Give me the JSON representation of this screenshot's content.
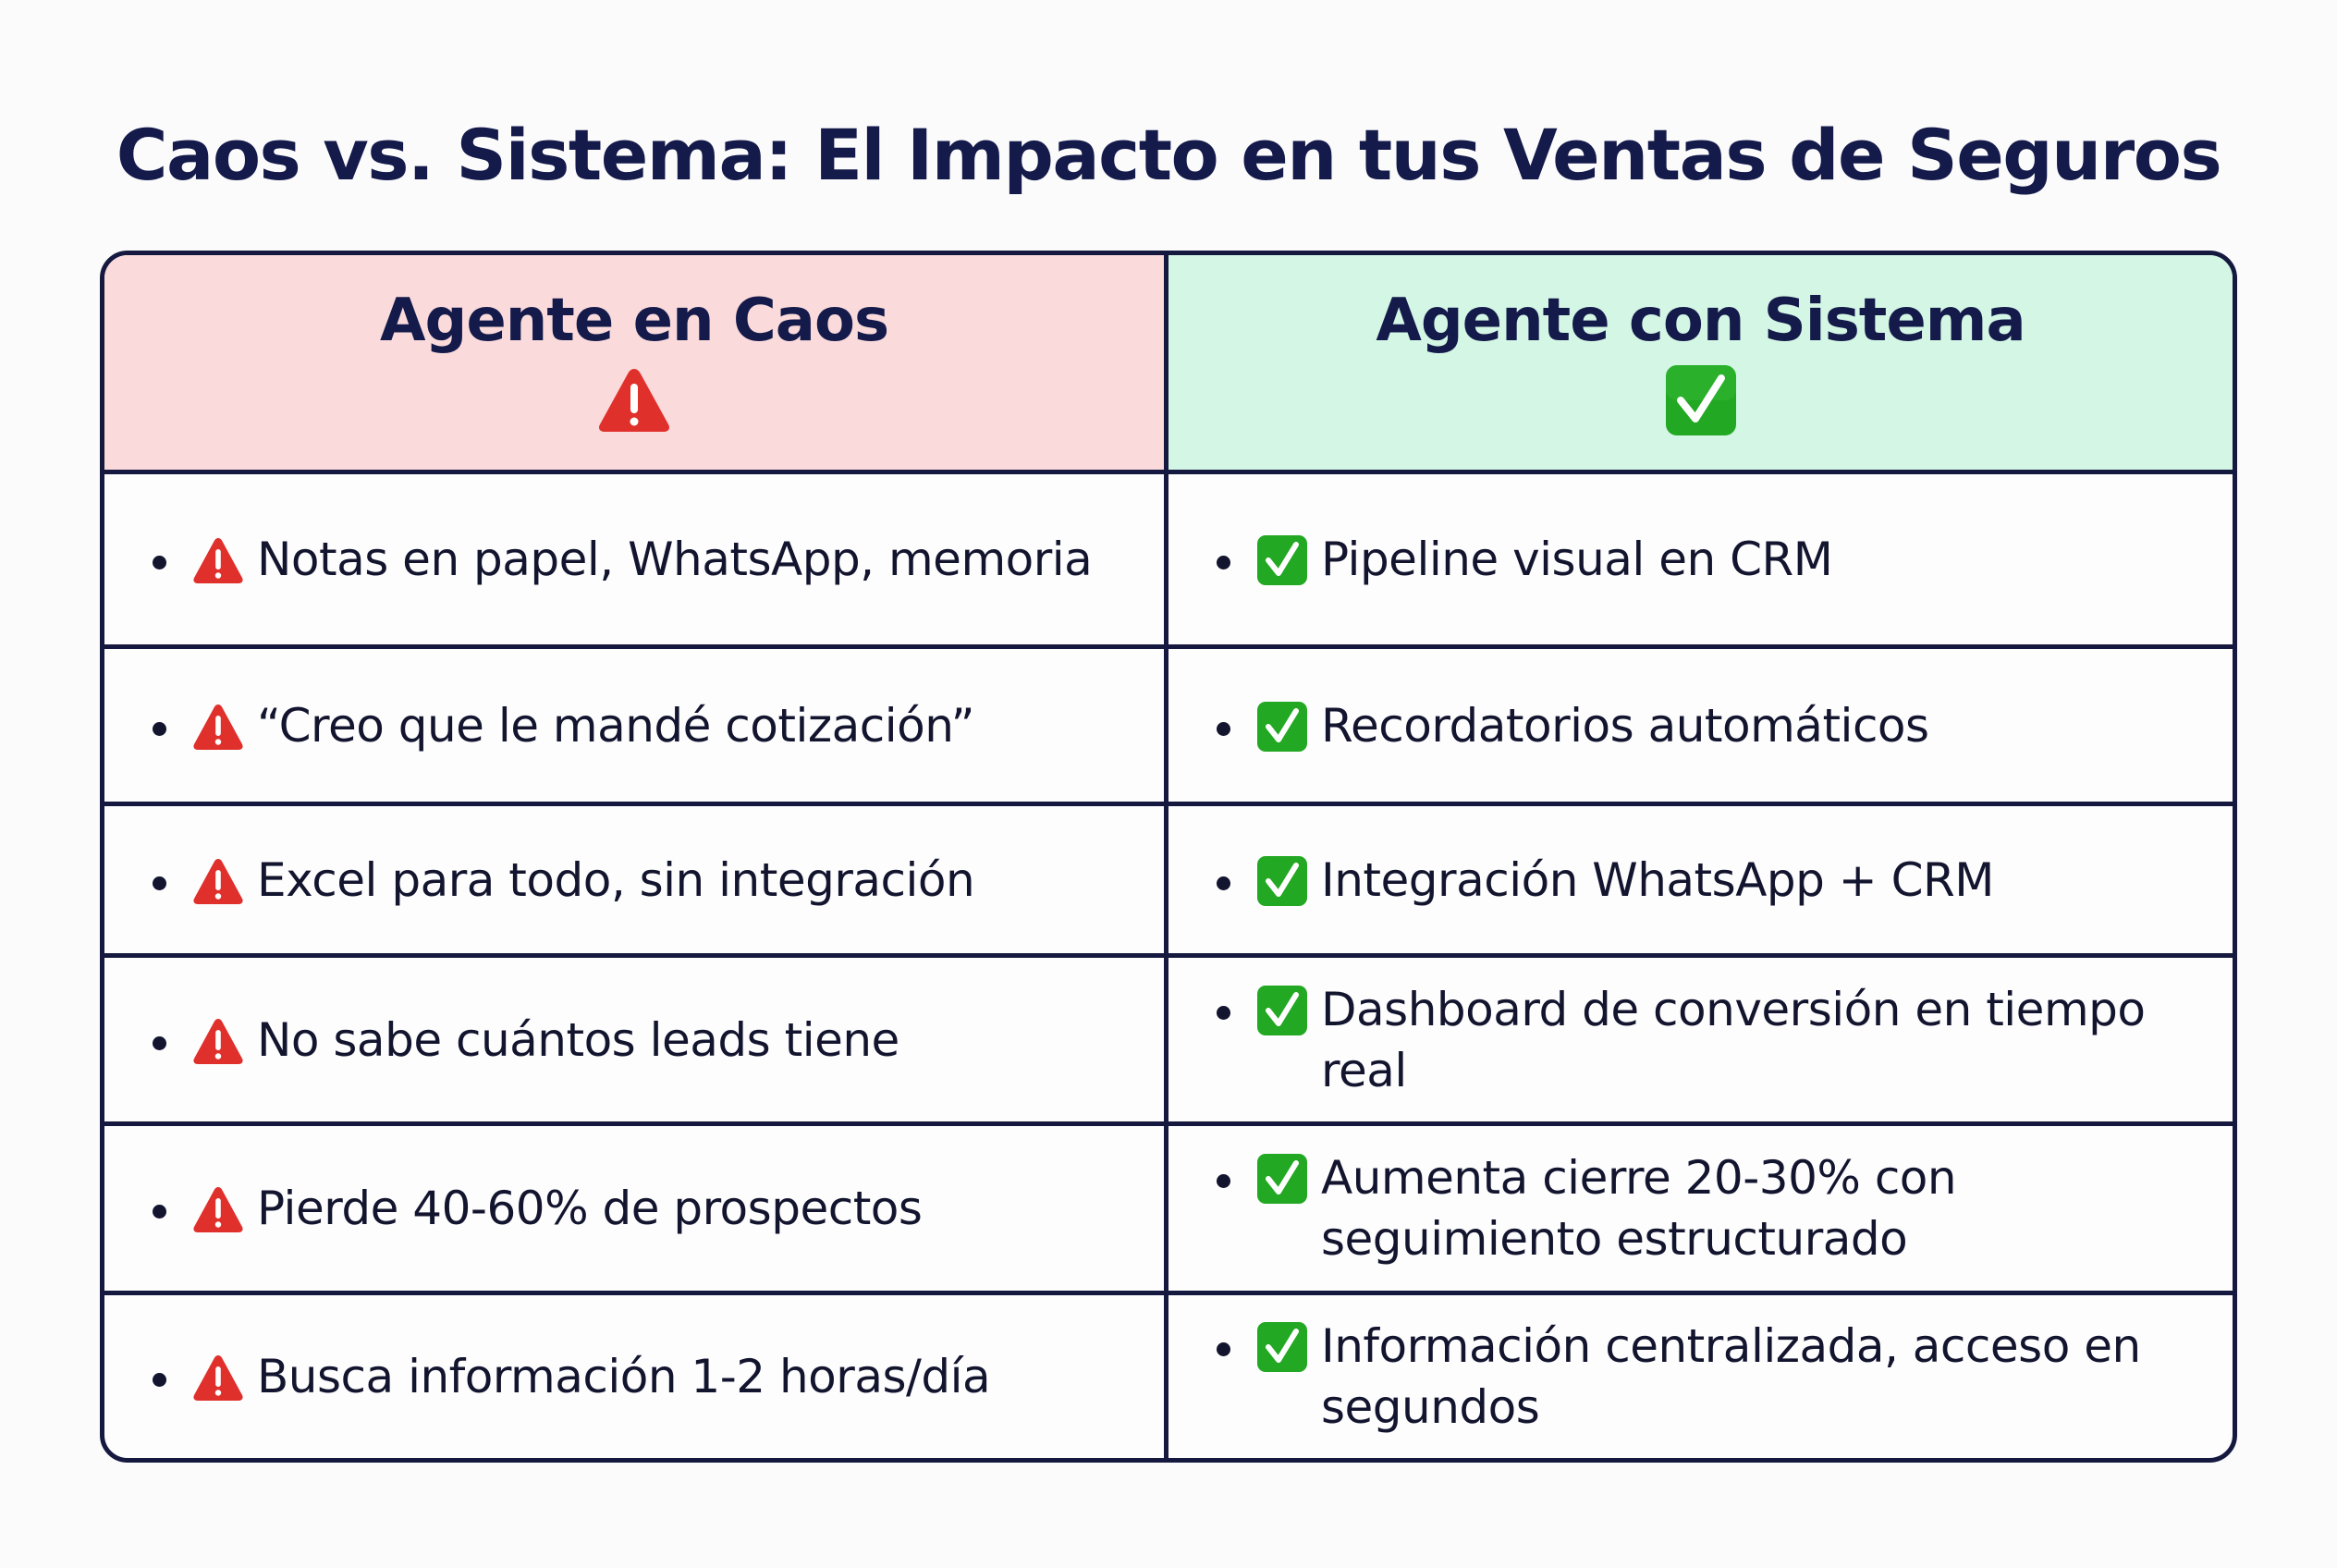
{
  "title": "Caos vs. Sistema: El Impacto en tus Ventas de Seguros",
  "colors": {
    "title_text": "#141a4a",
    "border": "#16193f",
    "chaos_header_bg": "#fadadb",
    "system_header_bg": "#d4f6e5",
    "warning_red": "#e0302b",
    "check_green": "#22a822",
    "page_bg": "#fbfbfc"
  },
  "columns": [
    {
      "key": "chaos",
      "header": "Agente en Caos",
      "header_icon": "warning-icon",
      "item_icon": "warning-icon",
      "items": [
        "Notas en papel, WhatsApp, memoria",
        "“Creo que le mandé cotización”",
        "Excel para todo, sin integración",
        "No sabe cuántos leads tiene",
        "Pierde 40-60% de prospectos",
        "Busca información 1-2 horas/día"
      ]
    },
    {
      "key": "system",
      "header": "Agente con Sistema",
      "header_icon": "check-mark-button-icon",
      "item_icon": "check-mark-button-icon",
      "items": [
        "Pipeline visual en CRM",
        "Recordatorios automáticos",
        "Integración WhatsApp + CRM",
        "Dashboard de conversión en tiempo real",
        "Aumenta cierre 20-30% con seguimiento estructurado",
        "Información centralizada, acceso en segundos"
      ]
    }
  ]
}
